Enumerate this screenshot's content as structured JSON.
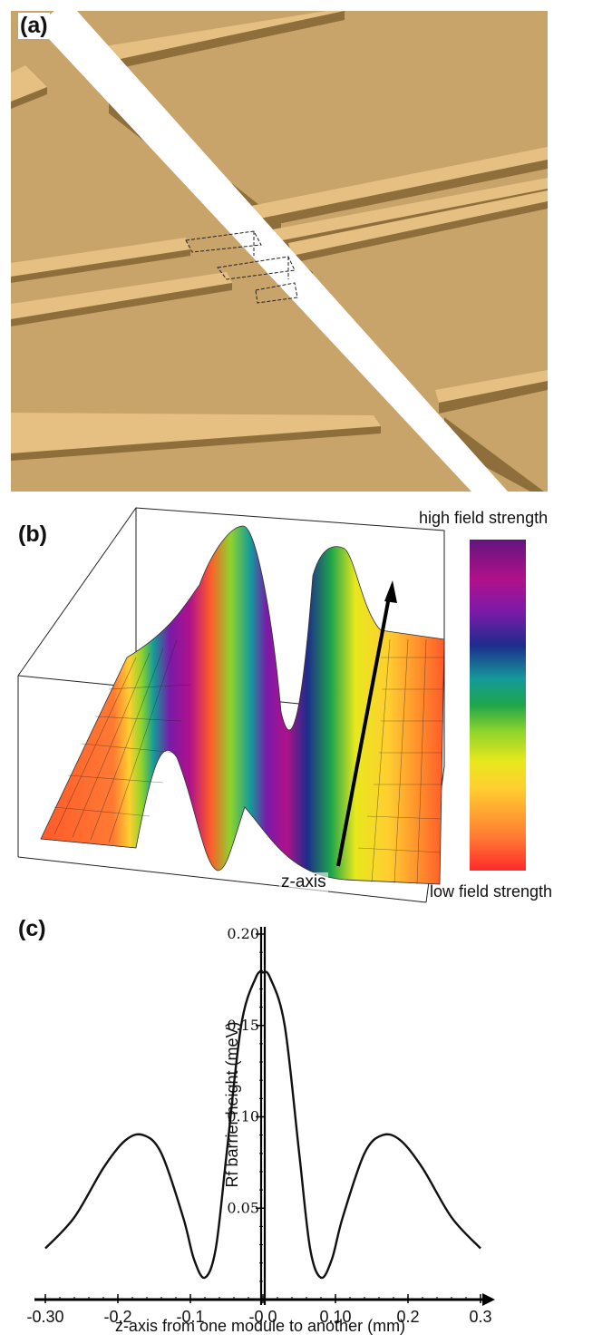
{
  "panels": {
    "a": {
      "label": "(a)"
    },
    "b": {
      "label": "(b)",
      "legend_high": "high field strength",
      "legend_low": "low field strength",
      "axis_label": "z-axis",
      "colorscale": [
        "#ff2a2a",
        "#ff7a33",
        "#ffcf30",
        "#e8e81c",
        "#8ed42c",
        "#1fa64a",
        "#149a9a",
        "#1d2c8c",
        "#7a1aa8",
        "#b0118a",
        "#62157e"
      ]
    },
    "c": {
      "label": "(c)",
      "xlabel": "z-axis from one module to another (mm)",
      "ylabel": "Rf barrier height (meV)"
    }
  },
  "colors": {
    "slab_top": "#c9a46a",
    "slab_side": "#8e6f3c",
    "rail_top": "#e6bf83",
    "gap": "#ffffff"
  },
  "chart_data": {
    "type": "line",
    "xlabel": "z-axis from one module to another (mm)",
    "ylabel": "Rf barrier height (meV)",
    "xlim": [
      -0.3,
      0.3
    ],
    "ylim": [
      0.0,
      0.2
    ],
    "x_ticks": [
      "-0.30",
      "-0.2",
      "-0.1",
      "-0.0",
      "0.10",
      "0.2",
      "0.3"
    ],
    "y_ticks": [
      "0.05",
      "0.10",
      "0.15",
      "0.20"
    ],
    "x": [
      -0.3,
      -0.26,
      -0.22,
      -0.19,
      -0.165,
      -0.14,
      -0.11,
      -0.095,
      -0.08,
      -0.065,
      -0.05,
      -0.03,
      -0.01,
      0.0,
      0.01,
      0.03,
      0.05,
      0.065,
      0.08,
      0.095,
      0.11,
      0.14,
      0.165,
      0.19,
      0.22,
      0.26,
      0.3
    ],
    "y": [
      0.028,
      0.045,
      0.072,
      0.087,
      0.09,
      0.08,
      0.045,
      0.022,
      0.012,
      0.028,
      0.08,
      0.15,
      0.176,
      0.179,
      0.176,
      0.15,
      0.08,
      0.028,
      0.012,
      0.022,
      0.045,
      0.08,
      0.09,
      0.087,
      0.072,
      0.045,
      0.028
    ],
    "grid": false
  }
}
